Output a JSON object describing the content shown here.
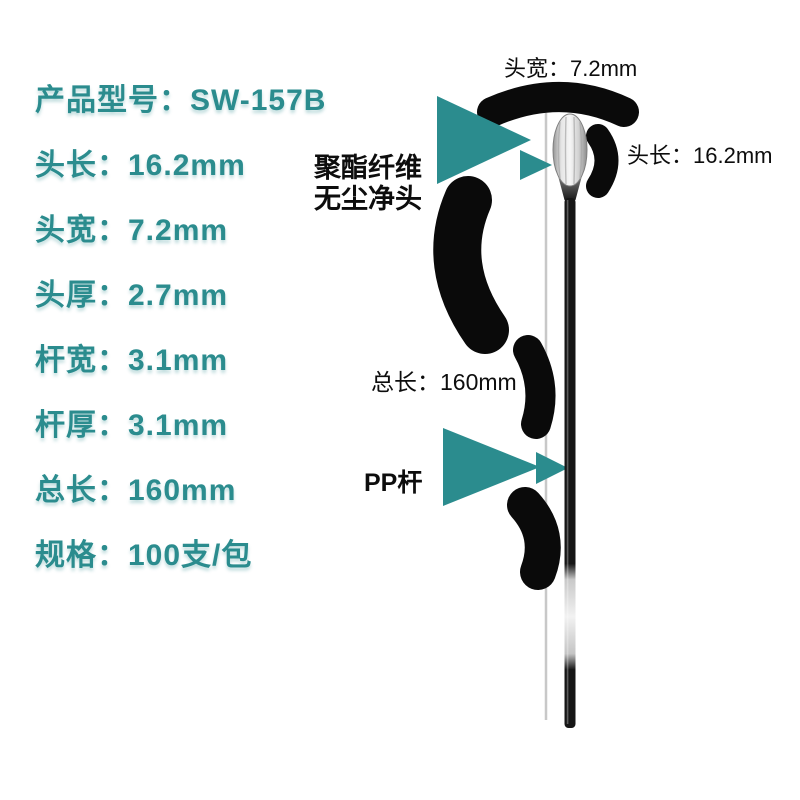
{
  "colors": {
    "accent_teal": "#2b8c8e",
    "text_black": "#0d0d0d",
    "rod_black": "#161616",
    "head_gray": "#e8e8e8",
    "background": "#ffffff"
  },
  "specs": {
    "items": [
      {
        "label": "产品型号：SW-157B"
      },
      {
        "label": "头长：16.2mm"
      },
      {
        "label": "头宽：7.2mm"
      },
      {
        "label": "头厚：2.7mm"
      },
      {
        "label": "杆宽：3.1mm"
      },
      {
        "label": "杆厚：3.1mm"
      },
      {
        "label": "总长：160mm"
      },
      {
        "label": "规格：100支/包"
      }
    ]
  },
  "annotations": {
    "head_material_line1": "聚酯纤维",
    "head_material_line2": "无尘净头",
    "total_length_label": "总长：160mm",
    "rod_material_label": "PP杆",
    "head_width_label": "头宽：7.2mm",
    "head_length_label": "头长：16.2mm"
  }
}
